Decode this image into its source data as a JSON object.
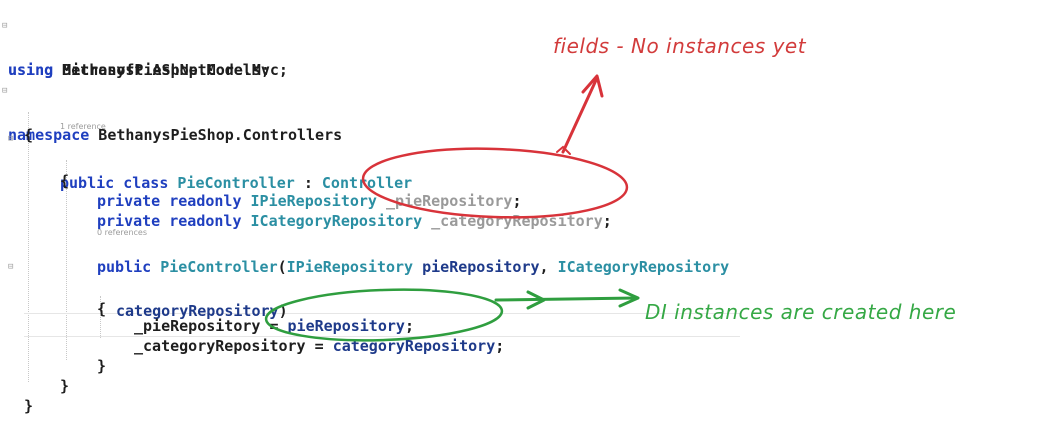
{
  "code": {
    "line1": {
      "kw": "using",
      "rest": " BethanysPieShop.Models;"
    },
    "line2": {
      "kw": "using",
      "rest": " Microsoft.AspNetCore.Mvc;"
    },
    "line3": {
      "kw": "namespace",
      "rest": " BethanysPieShop.Controllers"
    },
    "open_brace_ns": "{",
    "codelens_class": "1 reference",
    "line5": {
      "kw": "public class",
      "type": "PieController",
      "sep": " : ",
      "base": "Controller"
    },
    "open_brace_class": "{",
    "line7": {
      "kw": "private readonly",
      "type": "IPieRepository",
      "field": "_pieRepository",
      "end": ";"
    },
    "line8": {
      "kw": "private readonly",
      "type": "ICategoryRepository",
      "field": "_categoryRepository",
      "end": ";"
    },
    "codelens_ctor": "0 references",
    "line10": {
      "kw": "public",
      "ctor": "PieController",
      "p1type": "IPieRepository",
      "p1name": "pieRepository",
      "comma": ",",
      "p2type": "ICategoryRepository"
    },
    "line11": {
      "p2name": "categoryRepository",
      "close": ")"
    },
    "open_brace_ctor": "{",
    "line13": {
      "lhs": "_pieRepository",
      "op": " = ",
      "rhs": "pieRepository",
      "end": ";"
    },
    "line14": {
      "lhs": "_categoryRepository",
      "op": " = ",
      "rhs": "categoryRepository",
      "end": ";"
    },
    "close_brace_ctor": "}",
    "close_brace_class": "}",
    "close_brace_ns": "}"
  },
  "annotations": {
    "fields_note": "fields - No instances yet",
    "di_note": "DI instances are created here",
    "red_color": "#d23b3b",
    "green_color": "#35a845"
  }
}
